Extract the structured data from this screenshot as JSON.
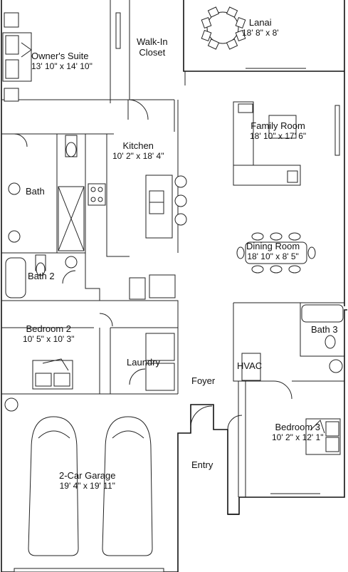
{
  "rooms": {
    "lanai": {
      "name": "Lanai",
      "dims": "18' 8\" x 8'"
    },
    "owners_suite": {
      "name": "Owner's Suite",
      "dims": "13' 10\" x 14' 10\""
    },
    "walk_in_closet": {
      "line1": "Walk-In",
      "line2": "Closet"
    },
    "family_room": {
      "name": "Family Room",
      "dims": "18' 10\" x 17' 6\""
    },
    "kitchen": {
      "name": "Kitchen",
      "dims": "10' 2\" x 18' 4\""
    },
    "bath": {
      "name": "Bath"
    },
    "dining_room": {
      "name": "Dining Room",
      "dims": "18' 10\" x 8' 5\""
    },
    "bath_2": {
      "name": "Bath 2"
    },
    "bath_3": {
      "name": "Bath 3"
    },
    "bedroom_2": {
      "name": "Bedroom 2",
      "dims": "10' 5\" x 10' 3\""
    },
    "laundry": {
      "name": "Laundry"
    },
    "hvac": {
      "name": "HVAC"
    },
    "foyer": {
      "name": "Foyer"
    },
    "bedroom_3": {
      "name": "Bedroom 3",
      "dims": "10' 2\" x 12' 1\""
    },
    "entry": {
      "name": "Entry"
    },
    "garage": {
      "name": "2-Car Garage",
      "dims": "19' 4\" x 19' 11\""
    }
  }
}
